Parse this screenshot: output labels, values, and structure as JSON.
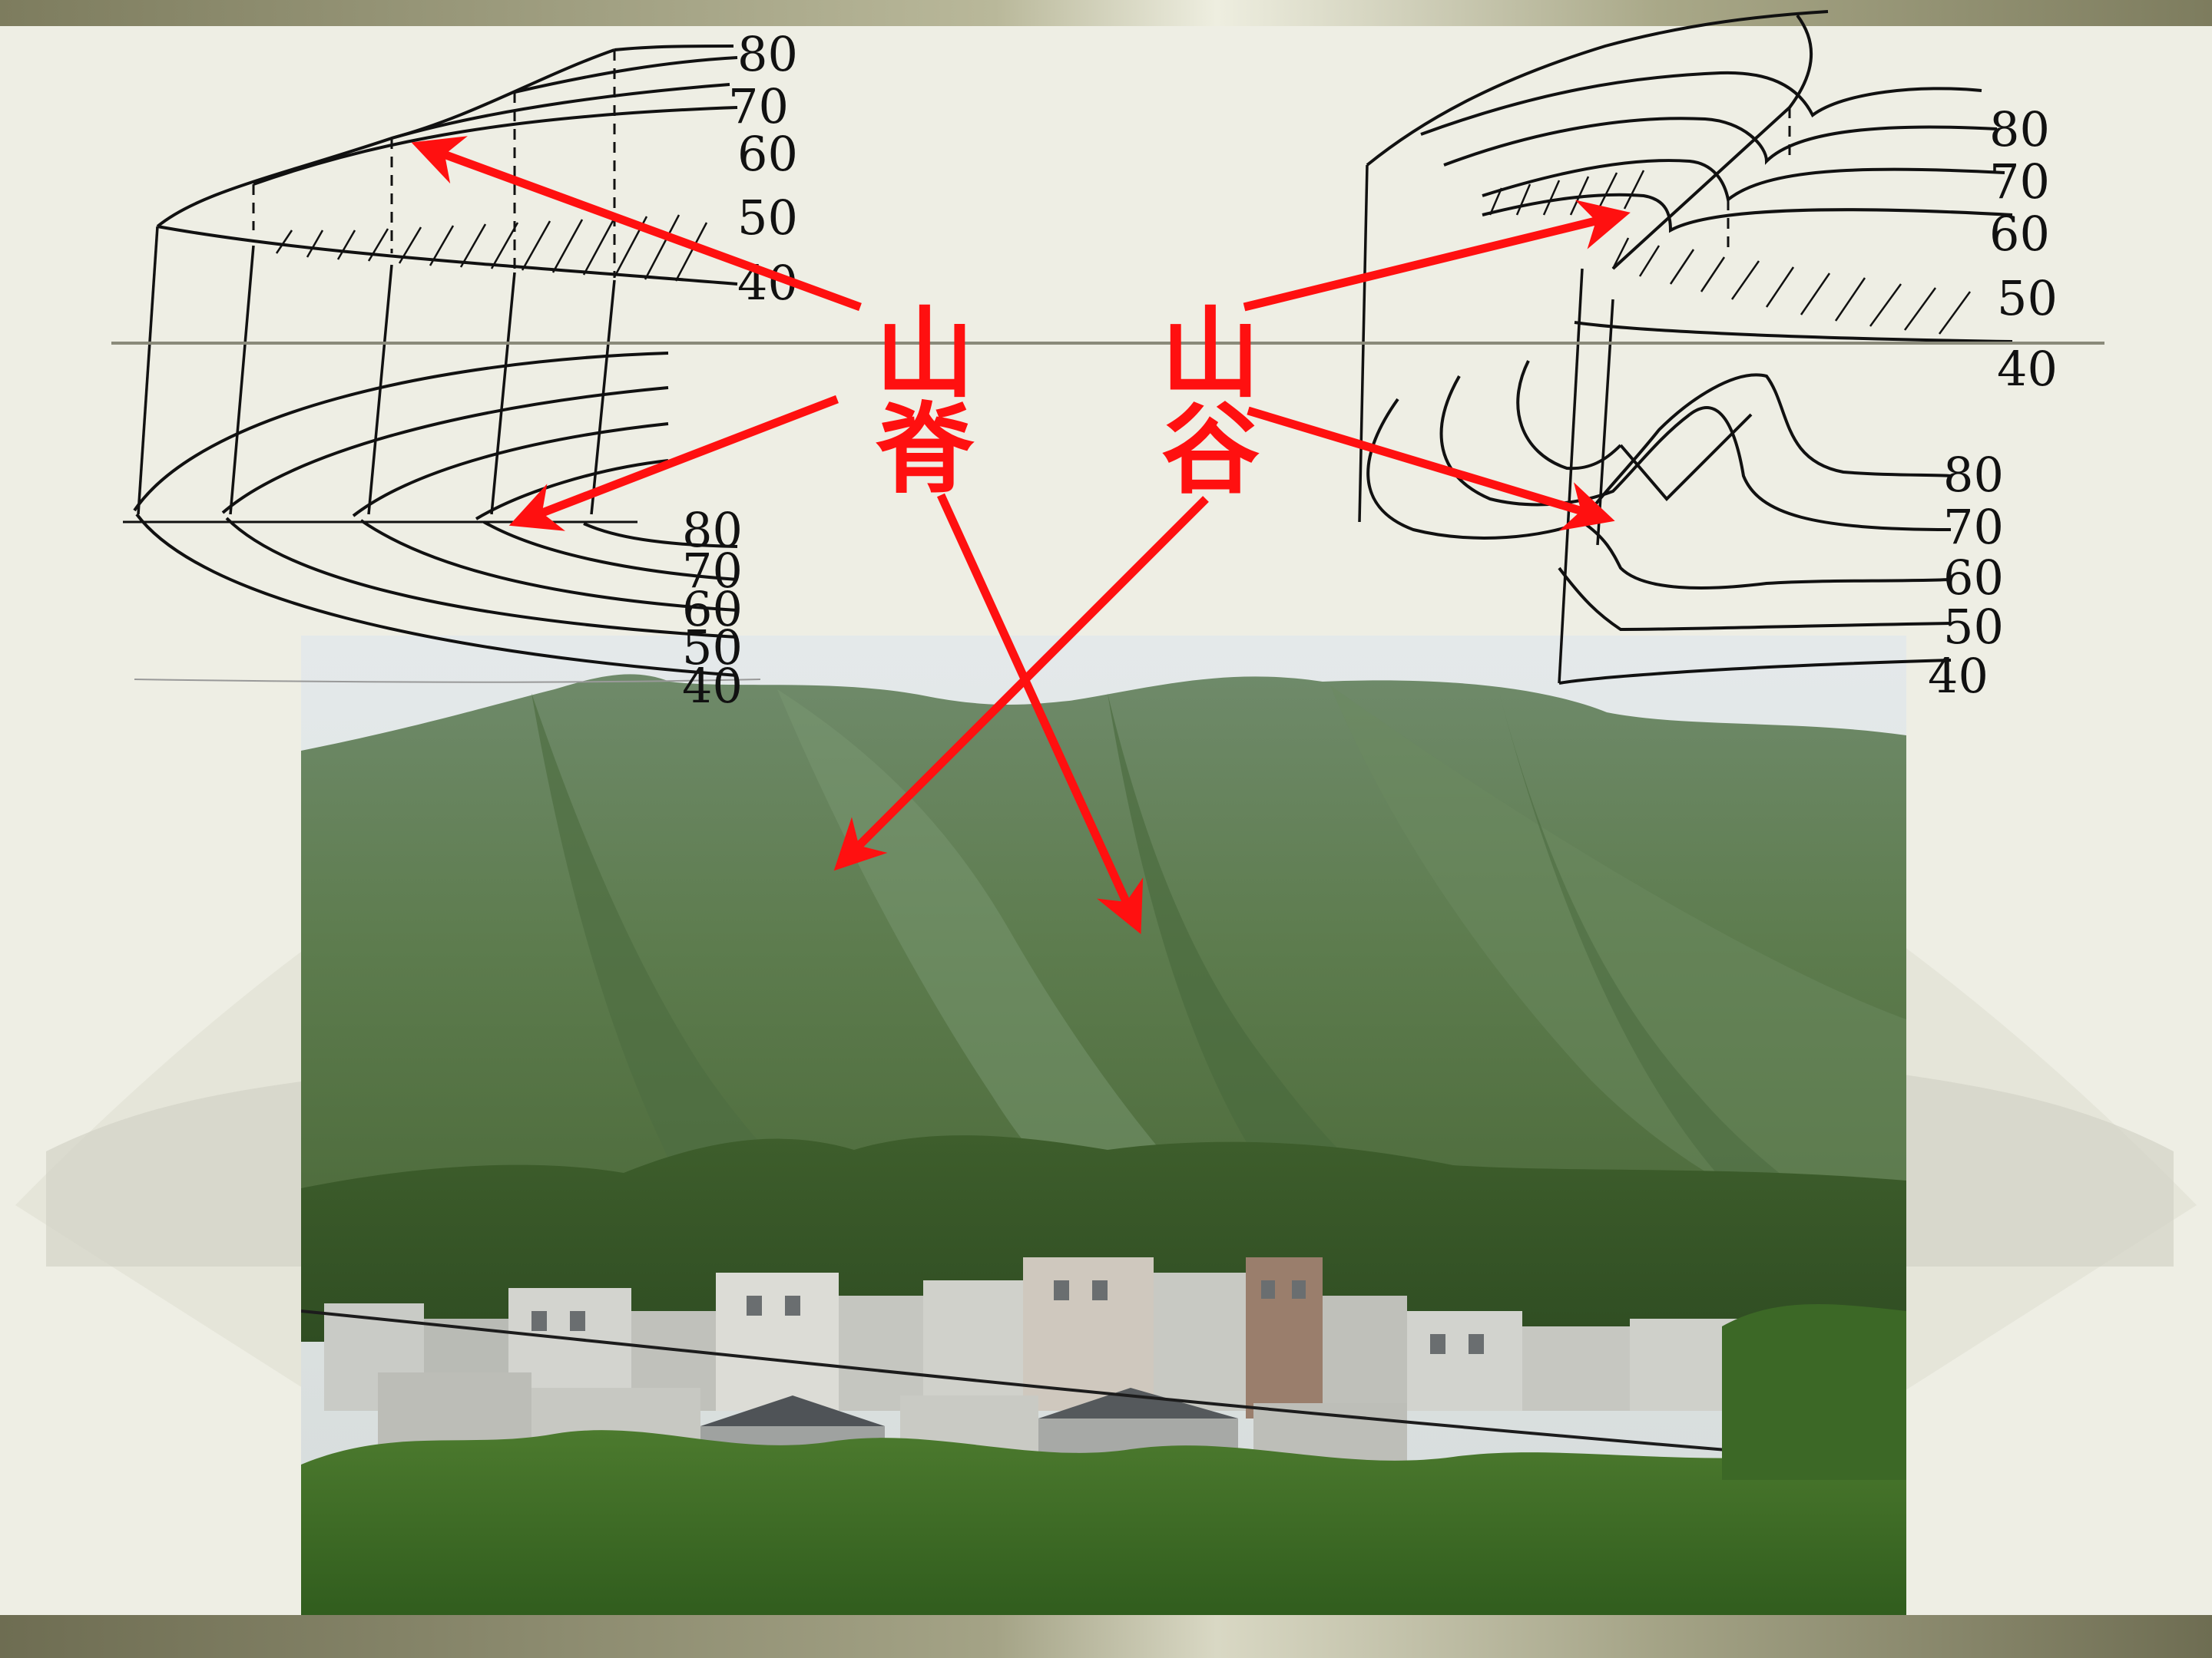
{
  "labels": {
    "ridge_line1": "山",
    "ridge_line2": "脊",
    "valley_line1": "山",
    "valley_line2": "谷"
  },
  "ridge_diagram": {
    "upper_contours": [
      "80",
      "70",
      "60",
      "50",
      "40"
    ],
    "lower_contours": [
      "80",
      "70",
      "60",
      "50",
      "40"
    ]
  },
  "valley_diagram": {
    "upper_contours": [
      "80",
      "70",
      "60",
      "50",
      "40"
    ],
    "lower_contours": [
      "80",
      "70",
      "60",
      "50",
      "40"
    ]
  },
  "colors": {
    "arrow": "#ff1010",
    "ink": "#111111",
    "background": "#eeeee4"
  }
}
